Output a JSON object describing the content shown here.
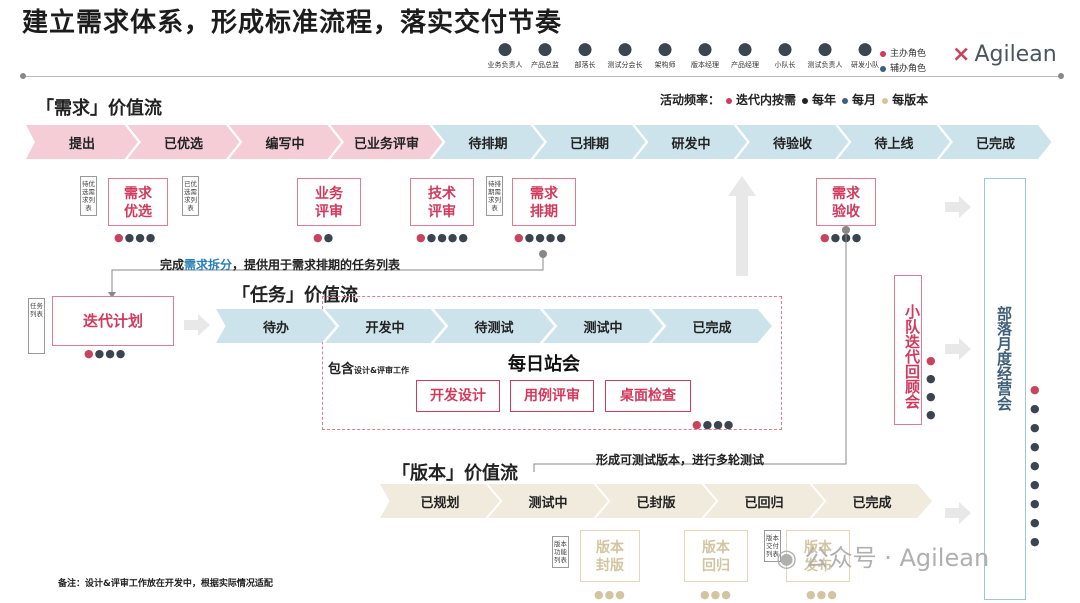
{
  "title": "建立需求体系，形成标准流程，落实交付节奏",
  "roles": [
    {
      "label": "业务负责人",
      "icon": "person-doc-icon"
    },
    {
      "label": "产品总监",
      "icon": "person-gear-icon"
    },
    {
      "label": "部落长",
      "icon": "person-star-icon"
    },
    {
      "label": "测试分会长",
      "icon": "person-lock-icon"
    },
    {
      "label": "架构师",
      "icon": "presenter-icon"
    },
    {
      "label": "版本经理",
      "icon": "person-e-icon"
    },
    {
      "label": "产品经理",
      "icon": "person-gear-icon"
    },
    {
      "label": "小队长",
      "icon": "person-icon"
    },
    {
      "label": "测试负责人",
      "icon": "person-gear-icon"
    },
    {
      "label": "研发小队",
      "icon": "team-icon"
    }
  ],
  "legend": {
    "primary": "主办角色",
    "secondary": "辅办角色",
    "primary_color": "#d23a5d",
    "secondary_color": "#3f5f78"
  },
  "logo": "Agilean",
  "frequency": {
    "label": "活动频率：",
    "items": [
      {
        "text": "迭代内按需",
        "color": "#d23a5d"
      },
      {
        "text": "每年",
        "color": "#222222"
      },
      {
        "text": "每月",
        "color": "#3f5f78"
      },
      {
        "text": "每版本",
        "color": "#d8c39a"
      }
    ]
  },
  "demand": {
    "title": "「需求」价值流",
    "stages": [
      "提出",
      "已优选",
      "编写中",
      "已业务评审",
      "待排期",
      "已排期",
      "研发中",
      "待验收",
      "待上线",
      "已完成"
    ],
    "tags": [
      "待优选需求列表",
      "已优选需求列表",
      "待排期需求列表"
    ],
    "cards": [
      "需求\n优选",
      "业务\n评审",
      "技术\n评审",
      "需求\n排期",
      "需求\n验收"
    ]
  },
  "connector1": {
    "pre": "完成",
    "hl": "需求拆分",
    "post": "，提供用于需求排期的任务列表"
  },
  "task": {
    "title": "「任务」价值流",
    "tag": "任务列表",
    "plan_card": "迭代计划",
    "stages": [
      "待办",
      "开发中",
      "待测试",
      "测试中",
      "已完成"
    ],
    "include_prefix": "包含",
    "include_small": "设计&评审工作",
    "standup": "每日站会",
    "work_items": [
      "开发设计",
      "用例评审",
      "桌面检查"
    ]
  },
  "retro_card": "小队迭代回顾会",
  "monthly_card": "部落月度经营会",
  "connector2": "形成可测试版本，进行多轮测试",
  "version": {
    "title": "「版本」价值流",
    "stages": [
      "已规划",
      "测试中",
      "已封版",
      "已回归",
      "已完成"
    ],
    "tags": [
      "版本功能列表",
      "版本交付列表"
    ],
    "cards": [
      "版本\n封版",
      "版本\n回归",
      "版本\n发布"
    ]
  },
  "watermark": "公众号 · Agilean",
  "note": "备注：设计&评审工作放在开发中，根据实际情况适配"
}
